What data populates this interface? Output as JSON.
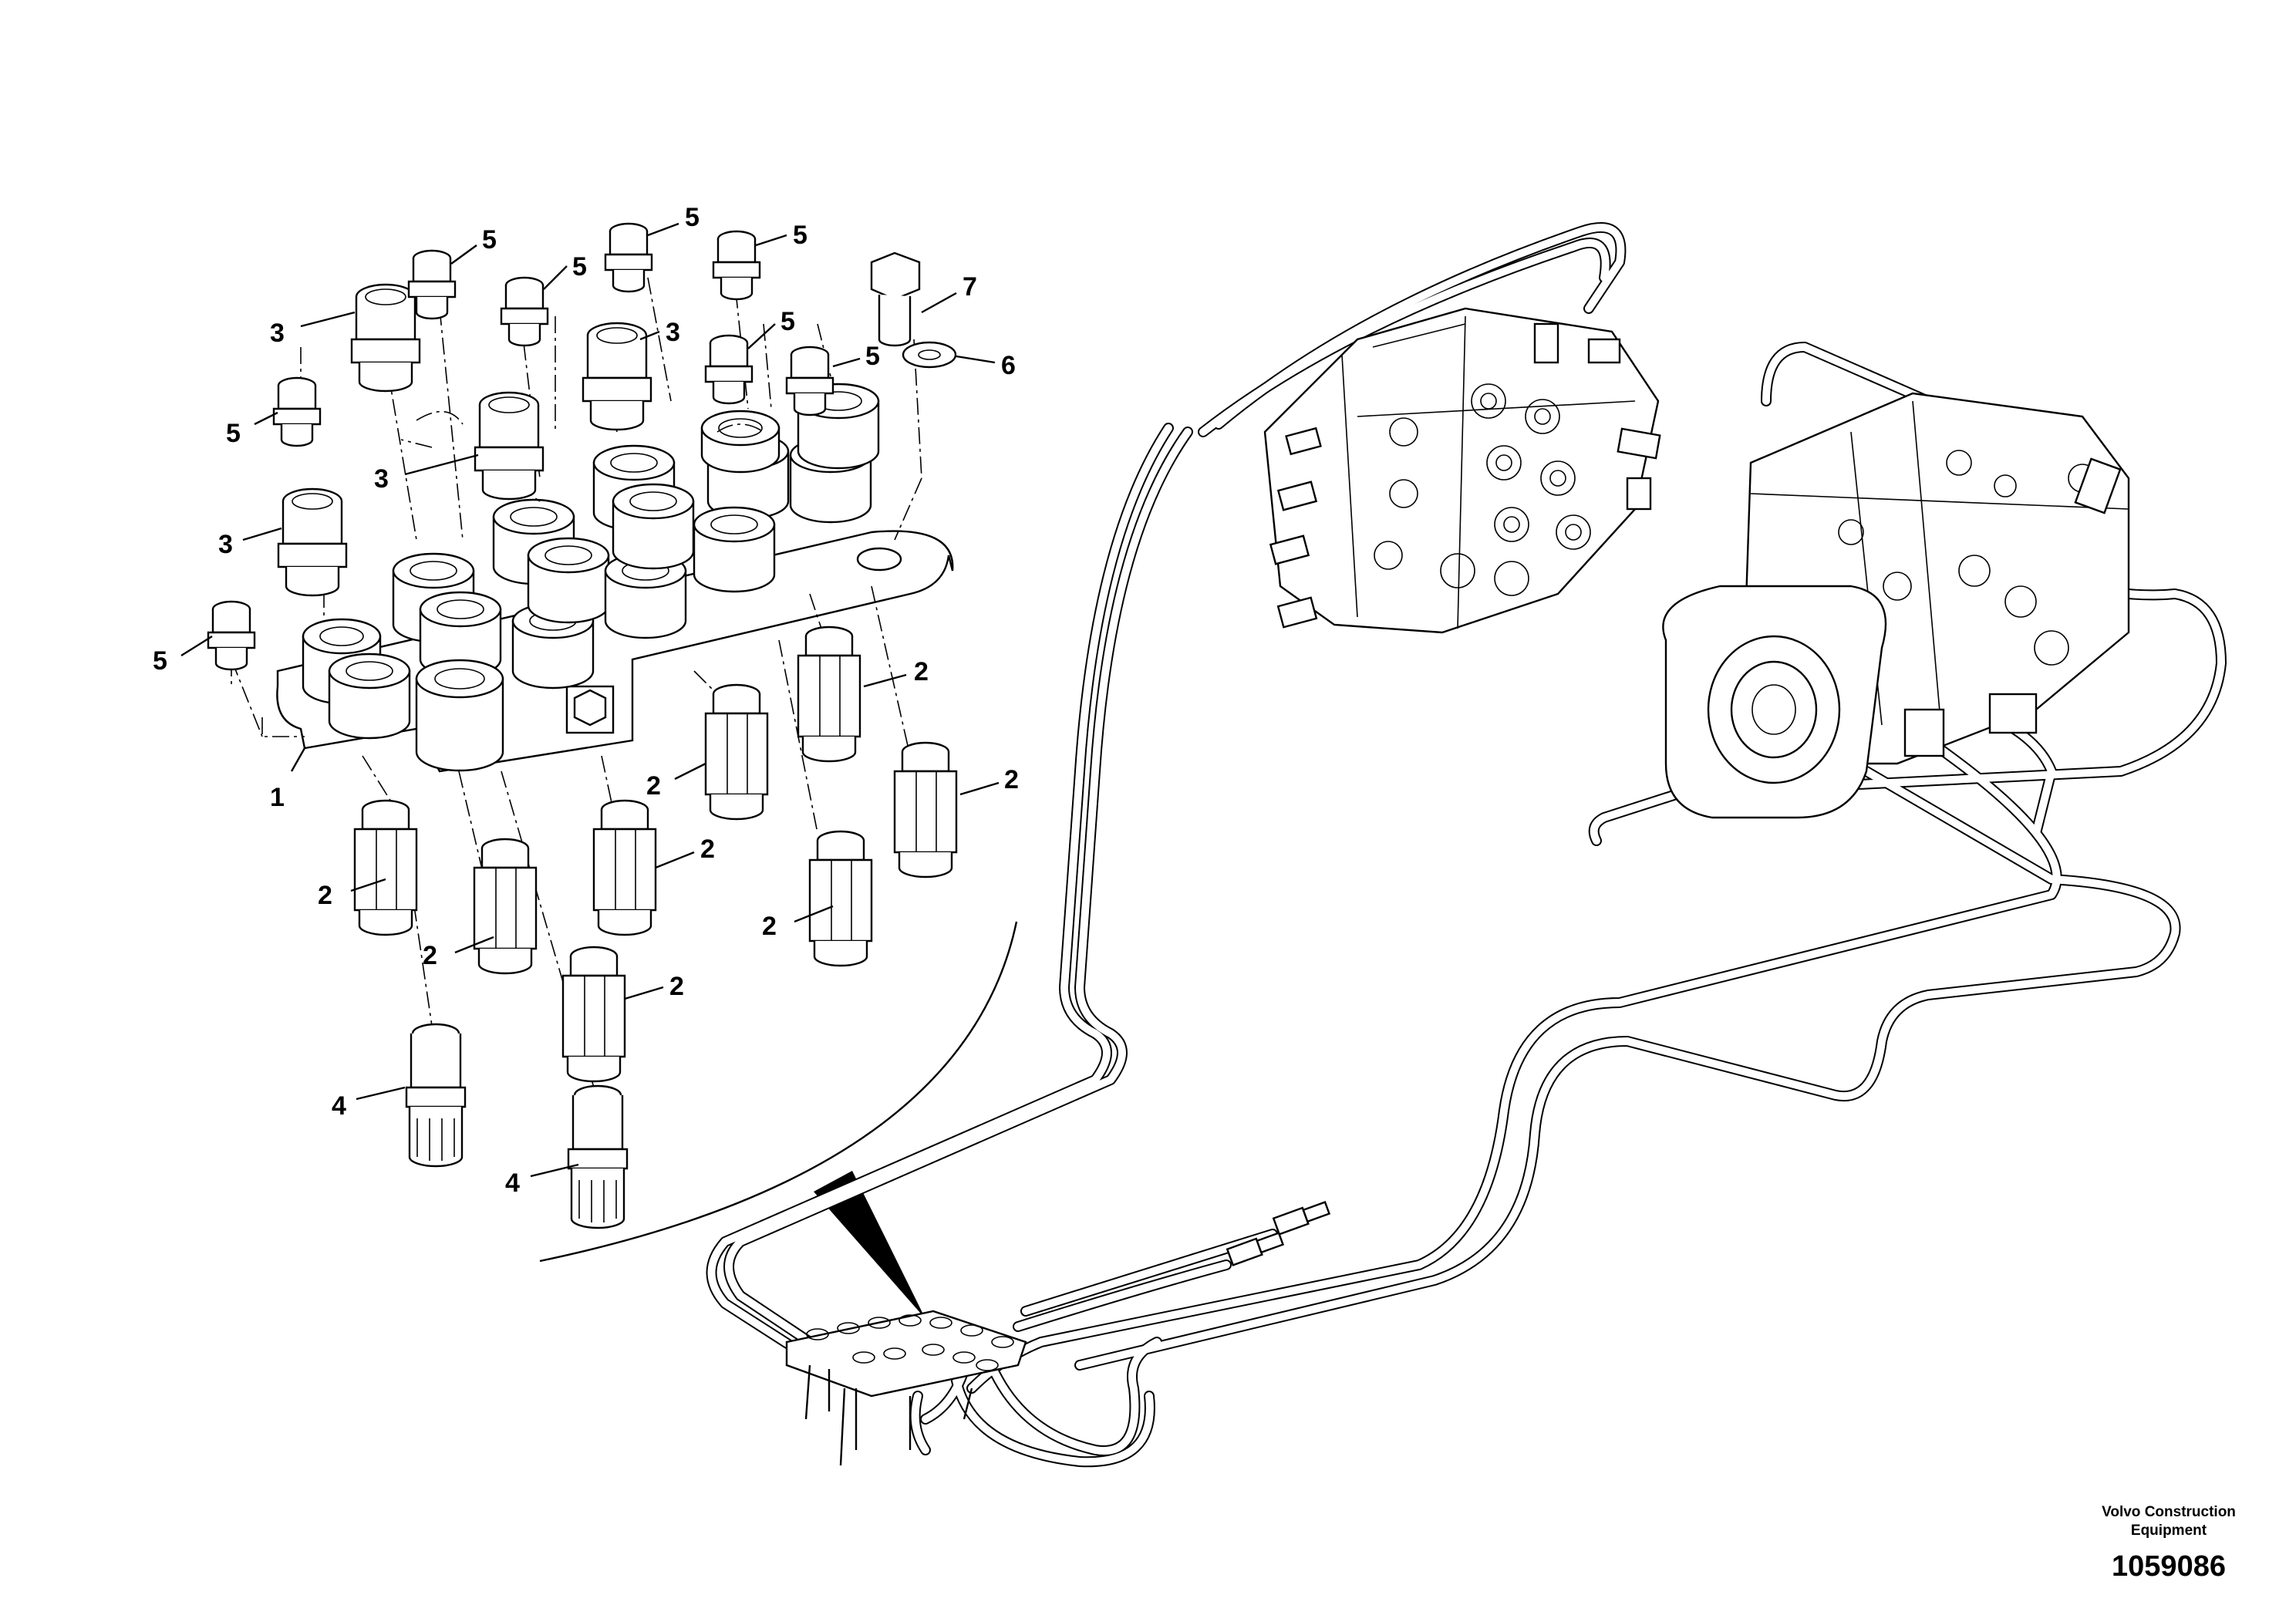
{
  "callouts": [
    {
      "id": "c1",
      "label": "1"
    },
    {
      "id": "c2a",
      "label": "2"
    },
    {
      "id": "c2b",
      "label": "2"
    },
    {
      "id": "c2c",
      "label": "2"
    },
    {
      "id": "c2d",
      "label": "2"
    },
    {
      "id": "c2e",
      "label": "2"
    },
    {
      "id": "c2f",
      "label": "2"
    },
    {
      "id": "c2g",
      "label": "2"
    },
    {
      "id": "c2h",
      "label": "2"
    },
    {
      "id": "c3a",
      "label": "3"
    },
    {
      "id": "c3b",
      "label": "3"
    },
    {
      "id": "c3c",
      "label": "3"
    },
    {
      "id": "c3d",
      "label": "3"
    },
    {
      "id": "c4a",
      "label": "4"
    },
    {
      "id": "c4b",
      "label": "4"
    },
    {
      "id": "c5a",
      "label": "5"
    },
    {
      "id": "c5b",
      "label": "5"
    },
    {
      "id": "c5c",
      "label": "5"
    },
    {
      "id": "c5d",
      "label": "5"
    },
    {
      "id": "c5e",
      "label": "5"
    },
    {
      "id": "c5f",
      "label": "5"
    },
    {
      "id": "c5g",
      "label": "5"
    },
    {
      "id": "c5h",
      "label": "5"
    },
    {
      "id": "c6",
      "label": "6"
    },
    {
      "id": "c7",
      "label": "7"
    }
  ],
  "brand": {
    "line1": "Volvo Construction",
    "line2": "Equipment"
  },
  "document_number": "1059086"
}
